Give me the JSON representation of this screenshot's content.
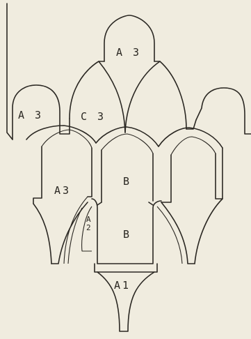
{
  "labels": {
    "top_a3": "A 3",
    "left_a3": "A 3",
    "c3": "C 3",
    "mid_a3": "A3",
    "upper_b": "B",
    "lower_b": "B",
    "a2_a": "A",
    "a2_2": "2",
    "a1": "A1"
  }
}
